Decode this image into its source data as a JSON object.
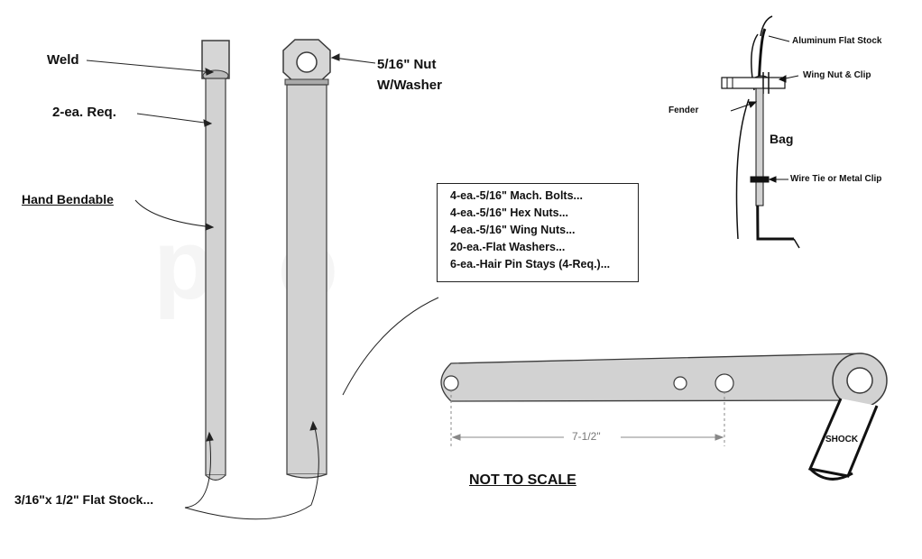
{
  "labels": {
    "weld": "Weld",
    "two_req": "2-ea. Req.",
    "hand_bendable": "Hand Bendable",
    "flat_stock": "3/16\"x 1/2\" Flat Stock...",
    "nut_line1": "5/16\" Nut",
    "nut_line2": "W/Washer",
    "not_to_scale": "NOT TO SCALE",
    "dimension": "7-1/2\"",
    "shock": "SHOCK",
    "aluminum_flat_stock": "Aluminum Flat Stock",
    "wing_nut_clip": "Wing Nut  &  Clip",
    "fender": "Fender",
    "bag": "Bag",
    "wire_tie": "Wire Tie or Metal Clip"
  },
  "parts_list": [
    "4-ea.-5/16\" Mach. Bolts...",
    "4-ea.-5/16\" Hex Nuts...",
    "4-ea.-5/16\" Wing Nuts...",
    "20-ea.-Flat Washers...",
    "6-ea.-Hair Pin Stays (4-Req.)..."
  ],
  "colors": {
    "bar_fill": "#d2d2d2",
    "bar_stroke": "#3a3a3a",
    "line": "#222222",
    "dimension": "#888888"
  }
}
